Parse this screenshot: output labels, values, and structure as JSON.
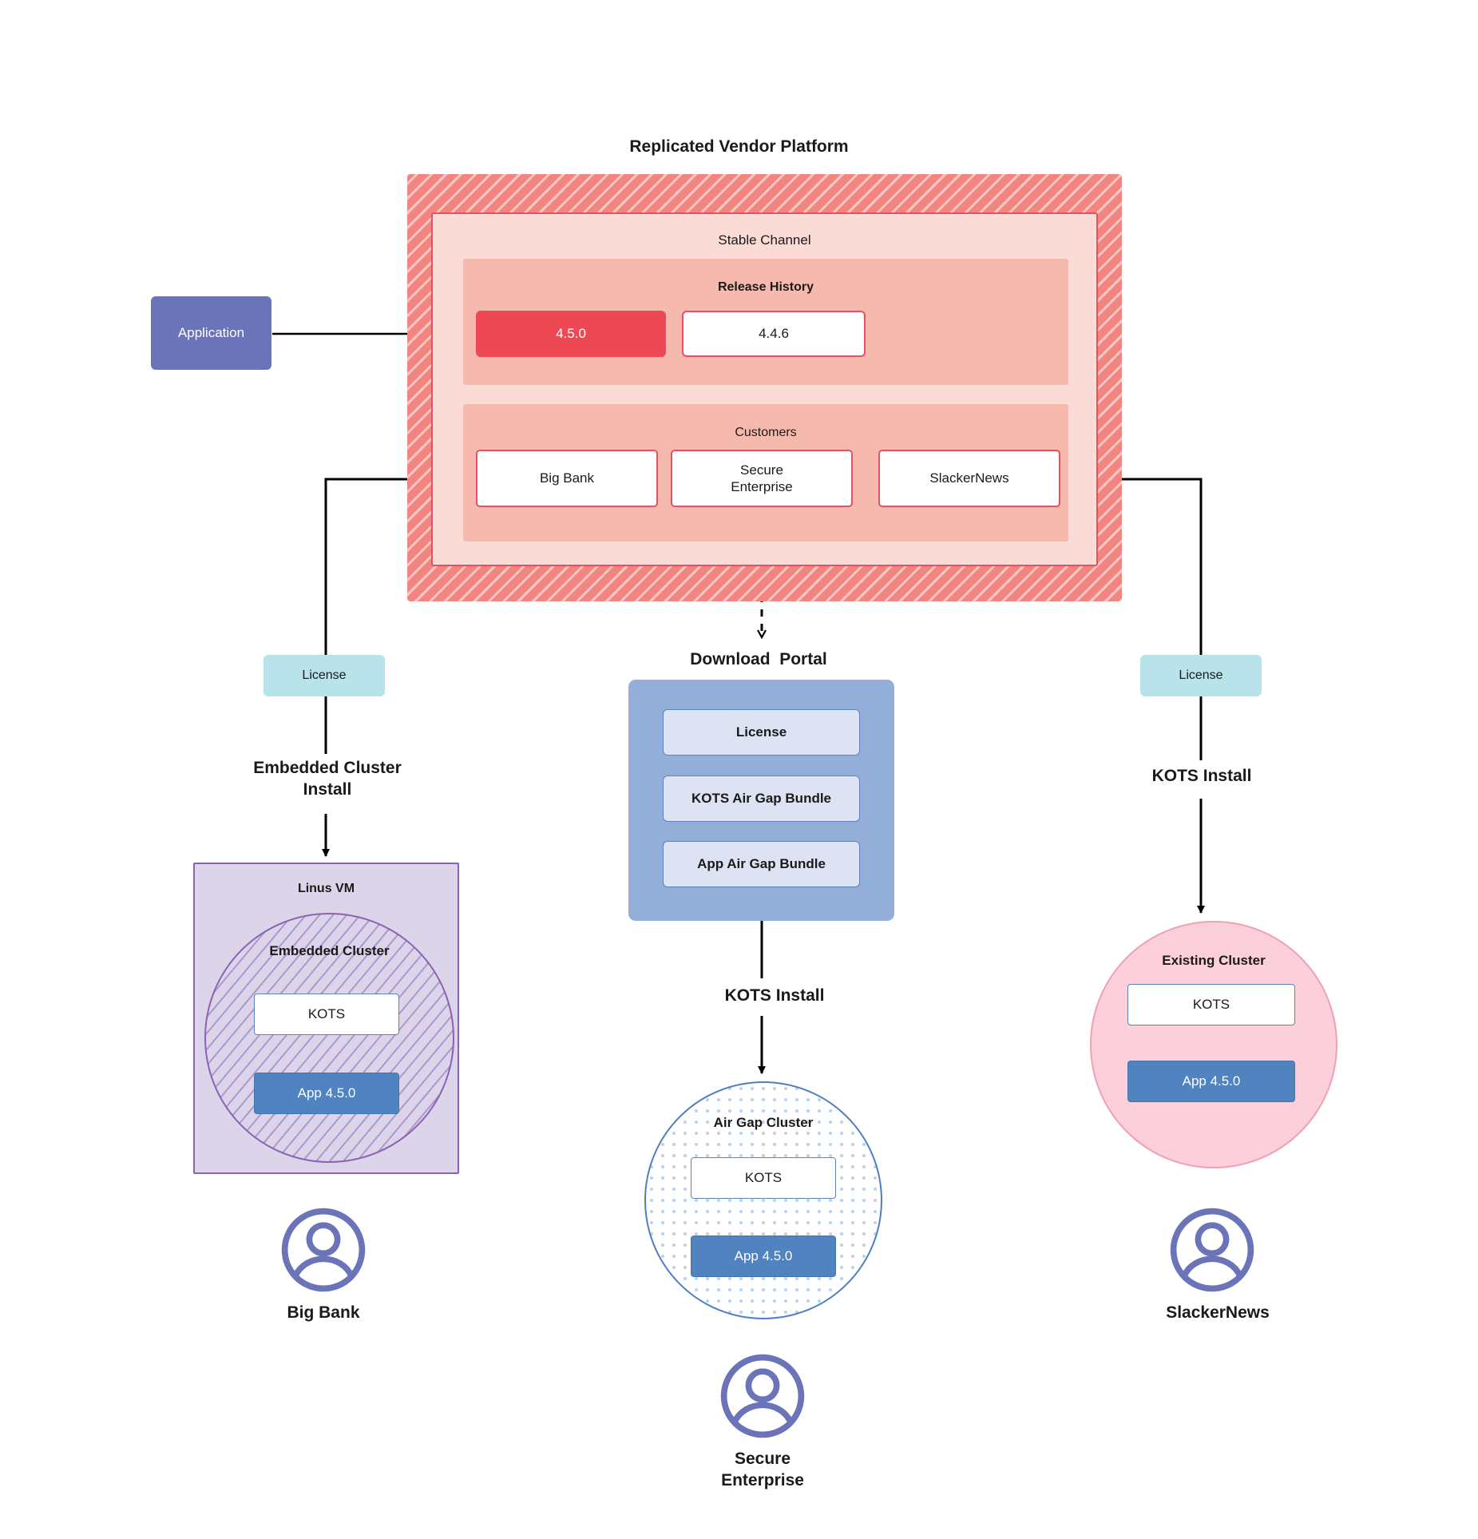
{
  "diagram": {
    "title": "Replicated Vendor Platform",
    "application": {
      "label": "Application"
    },
    "stable_channel": {
      "label": "Stable Channel",
      "release_history": {
        "label": "Release History",
        "releases": [
          {
            "version": "4.5.0",
            "state": "current"
          },
          {
            "version": "4.4.6",
            "state": "previous"
          }
        ]
      },
      "customers": {
        "label": "Customers",
        "items": [
          {
            "name": "Big Bank"
          },
          {
            "name": "Secure\nEnterprise"
          },
          {
            "name": "SlackerNews"
          }
        ]
      }
    },
    "download_portal": {
      "title": "Download  Portal",
      "items": [
        {
          "label": "License"
        },
        {
          "label": "KOTS Air Gap Bundle"
        },
        {
          "label": "App Air Gap Bundle"
        }
      ]
    },
    "licenses": [
      {
        "label": "License",
        "side": "left"
      },
      {
        "label": "License",
        "side": "right"
      }
    ],
    "flow_labels": {
      "left": "Embedded Cluster\nInstall",
      "middle": "KOTS Install",
      "right": "KOTS Install"
    },
    "environments": [
      {
        "host_label": "Linus VM",
        "cluster_label": "Embedded Cluster",
        "kots_label": "KOTS",
        "app_label": "App 4.5.0"
      },
      {
        "cluster_label": "Air Gap Cluster",
        "kots_label": "KOTS",
        "app_label": "App 4.5.0"
      },
      {
        "cluster_label": "Existing Cluster",
        "kots_label": "KOTS",
        "app_label": "App 4.5.0"
      }
    ],
    "personas": [
      {
        "name": "Big Bank"
      },
      {
        "name": "Secure\nEnterprise"
      },
      {
        "name": "SlackerNews"
      }
    ],
    "colors": {
      "platform_hatch": "#f2857f",
      "stable_channel_bg": "#fadbd6",
      "section_bg": "#f6b9ad",
      "release_current": "#ef4855",
      "border_red": "#e8505f",
      "application": "#6b74b8",
      "license": "#b8e3ea",
      "portal_bg": "#93aed9",
      "portal_item": "#dde3f3",
      "app_chip": "#5083c0",
      "vm_purple": "#8a63b5",
      "existing_cluster": "#fbd0da",
      "airgap_border": "#4e7fc1",
      "persona": "#6b74b8"
    }
  }
}
